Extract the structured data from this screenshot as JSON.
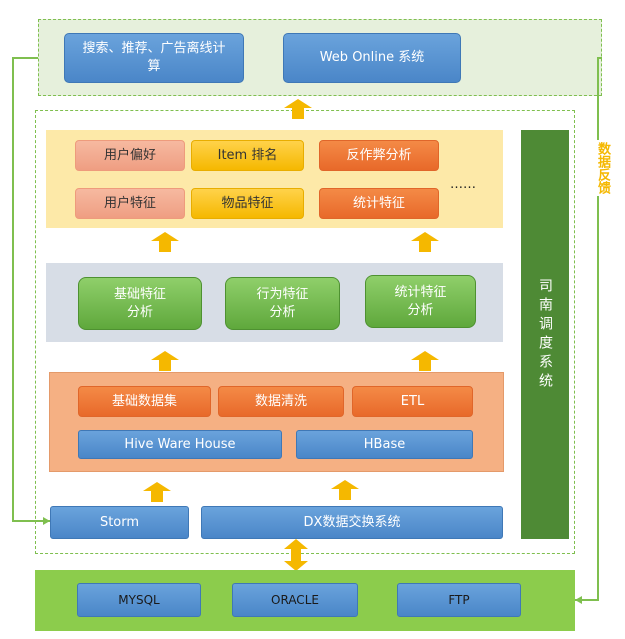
{
  "top": {
    "search_box": "搜索、推荐、广告离线计算",
    "web_box": "Web Online 系统"
  },
  "app_layer": {
    "row1": [
      "用户偏好",
      "Item 排名",
      "反作弊分析"
    ],
    "row2": [
      "用户特征",
      "物品特征",
      "统计特征"
    ],
    "ellipsis": "……"
  },
  "feature_layer": [
    "基础特征分析",
    "行为特征分析",
    "统计特征分析"
  ],
  "data_layer": {
    "processing": [
      "基础数据集",
      "数据清洗",
      "ETL"
    ],
    "storage": [
      "Hive Ware House",
      "HBase"
    ]
  },
  "ingest": {
    "storm": "Storm",
    "dx": "DX数据交换系统"
  },
  "sources": [
    "MYSQL",
    "ORACLE",
    "FTP"
  ],
  "scheduler": "司南调度系统",
  "feedback": "数据反馈",
  "colors": {
    "accent_green": "#7fbf4f",
    "arrow": "#f5b800",
    "scheduler": "#4e8a35"
  }
}
